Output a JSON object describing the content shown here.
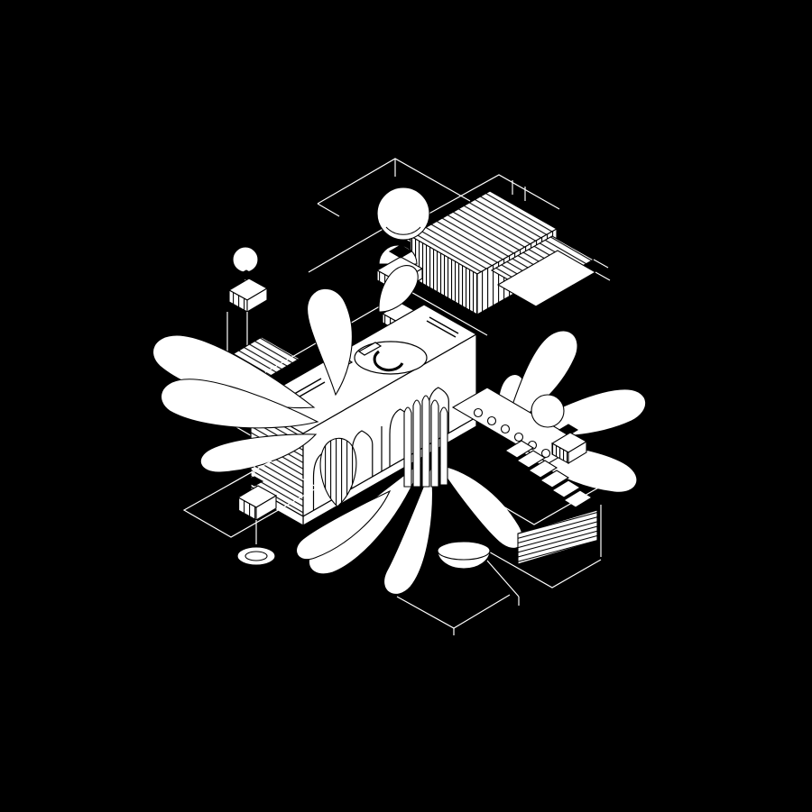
{
  "figure": {
    "title": "Exploded axonometric architectural drawing",
    "description": "Black-and-white isometric line drawing on a black background: a central pavilion with a pointed-arch arcade and striped siding, an upper hatched-roof pavilion, radiating white petal canopies, spheres and domes, a porthole terrace with a descending stair, striped slab stacks, small striped service kiosks with antennas, elliptical discs, a bowl basin and thin white wireframe plinths.",
    "palette": {
      "background": "#000000",
      "paper": "#ffffff",
      "ink": "#000000",
      "wire": "#ffffff"
    },
    "parts": [
      "upper-pavilion",
      "central-pavilion-arcade",
      "petal-canopies",
      "large-sphere",
      "dome-kiosk",
      "left-service-kiosk",
      "right-stair-terrace",
      "slab-stack",
      "bowl-basin",
      "lower-left-court",
      "wireframe-plinths"
    ]
  }
}
